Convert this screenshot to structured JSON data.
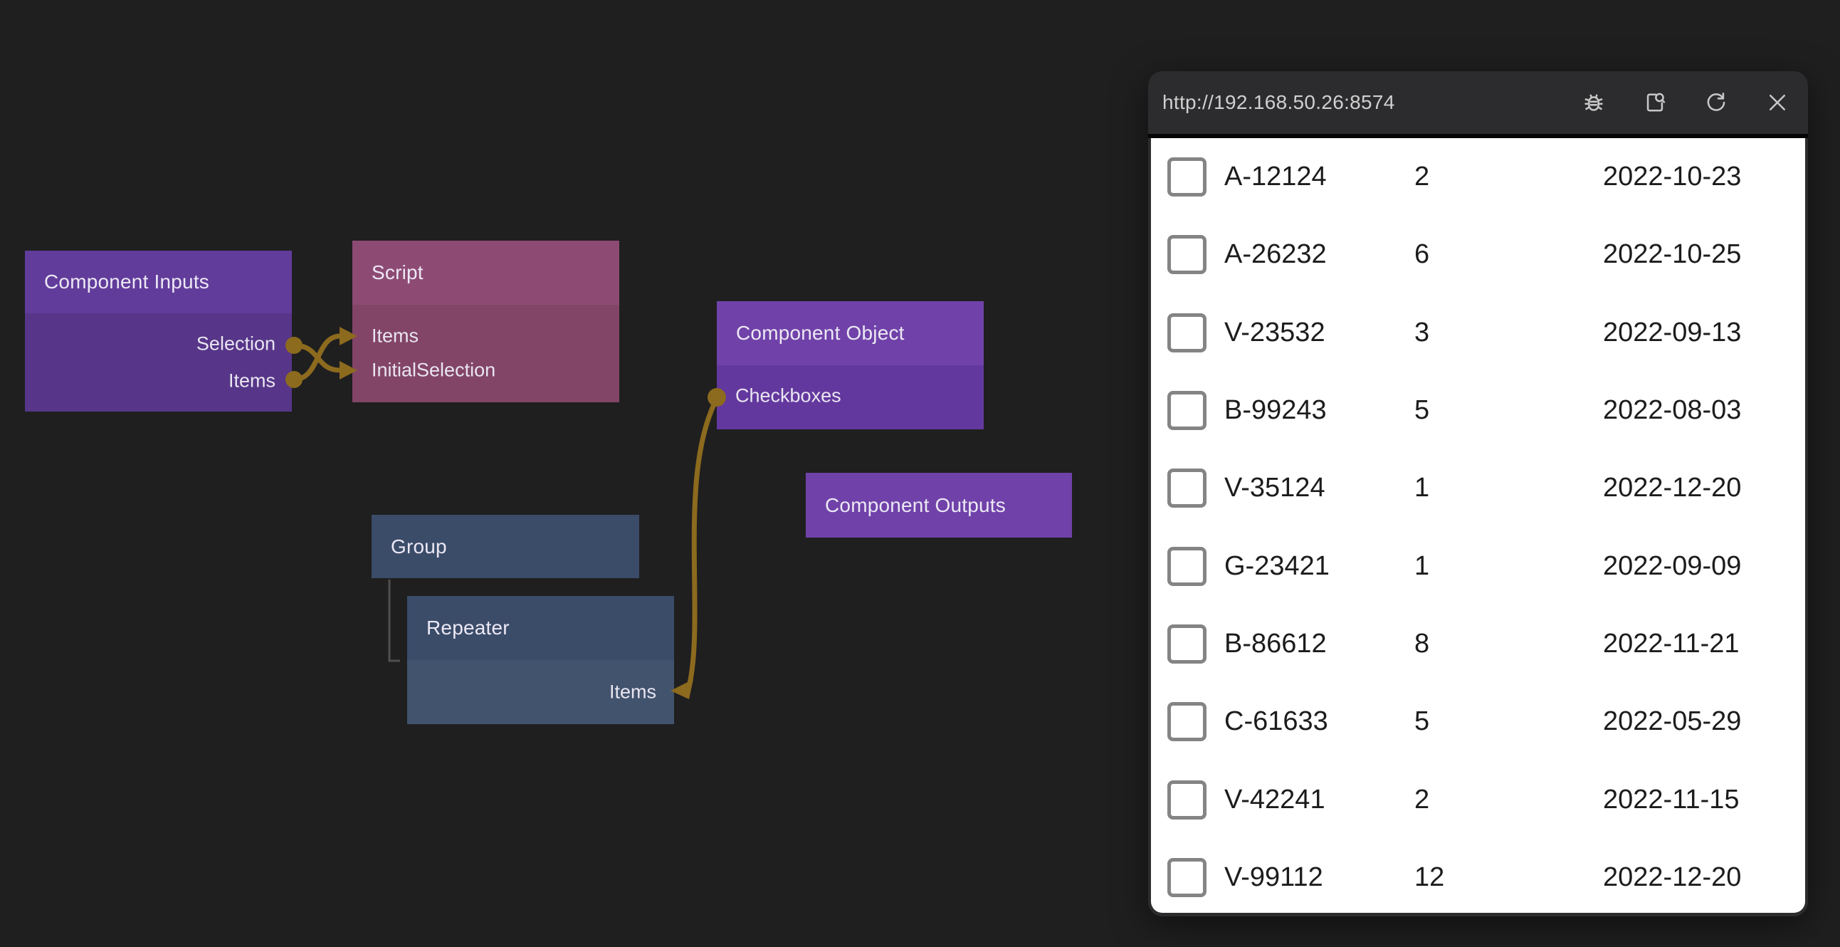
{
  "colors": {
    "bg": "#1f1f20",
    "wire": "#8c6a1e",
    "ci_header": "#613c9b",
    "ci_body": "#573689",
    "script_header": "#8d4b74",
    "script_body": "#824568",
    "co_header": "#7042a9",
    "co_body": "#63389e",
    "outputs_header": "#7042a9",
    "group_header": "#3b4c69",
    "repeater_header": "#3b4c69",
    "repeater_body": "#42536e",
    "tree_line": "#4f4f4f",
    "titlebar": "#2c2c2e",
    "url_text": "#d0d0d0",
    "icon": "#c7c7c7",
    "row_text": "#1c1c1c",
    "checkbox_border": "#848484"
  },
  "nodes": {
    "component_inputs": {
      "title": "Component Inputs",
      "ports": [
        {
          "label": "Selection"
        },
        {
          "label": "Items"
        }
      ]
    },
    "script": {
      "title": "Script",
      "ports": [
        {
          "label": "Items"
        },
        {
          "label": "InitialSelection"
        }
      ]
    },
    "component_object": {
      "title": "Component Object",
      "ports": [
        {
          "label": "Checkboxes"
        }
      ]
    },
    "component_outputs": {
      "title": "Component Outputs"
    },
    "group": {
      "title": "Group"
    },
    "repeater": {
      "title": "Repeater",
      "ports": [
        {
          "label": "Items"
        }
      ]
    }
  },
  "connections": [
    {
      "from": "Component Inputs.Selection",
      "to": "Script.InitialSelection"
    },
    {
      "from": "Component Inputs.Items",
      "to": "Script.Items"
    },
    {
      "from": "Component Object.Checkboxes",
      "to": "Repeater.Items"
    }
  ],
  "browser": {
    "url": "http://192.168.50.26:8574",
    "toolbar_icons": [
      "debug-bug",
      "inspect-page",
      "refresh",
      "close"
    ],
    "table": {
      "rows": [
        {
          "id": "A-12124",
          "qty": "2",
          "date": "2022-10-23",
          "checked": false
        },
        {
          "id": "A-26232",
          "qty": "6",
          "date": "2022-10-25",
          "checked": false
        },
        {
          "id": "V-23532",
          "qty": "3",
          "date": "2022-09-13",
          "checked": false
        },
        {
          "id": "B-99243",
          "qty": "5",
          "date": "2022-08-03",
          "checked": false
        },
        {
          "id": "V-35124",
          "qty": "1",
          "date": "2022-12-20",
          "checked": false
        },
        {
          "id": "G-23421",
          "qty": "1",
          "date": "2022-09-09",
          "checked": false
        },
        {
          "id": "B-86612",
          "qty": "8",
          "date": "2022-11-21",
          "checked": false
        },
        {
          "id": "C-61633",
          "qty": "5",
          "date": "2022-05-29",
          "checked": false
        },
        {
          "id": "V-42241",
          "qty": "2",
          "date": "2022-11-15",
          "checked": false
        },
        {
          "id": "V-99112",
          "qty": "12",
          "date": "2022-12-20",
          "checked": false
        }
      ]
    }
  }
}
